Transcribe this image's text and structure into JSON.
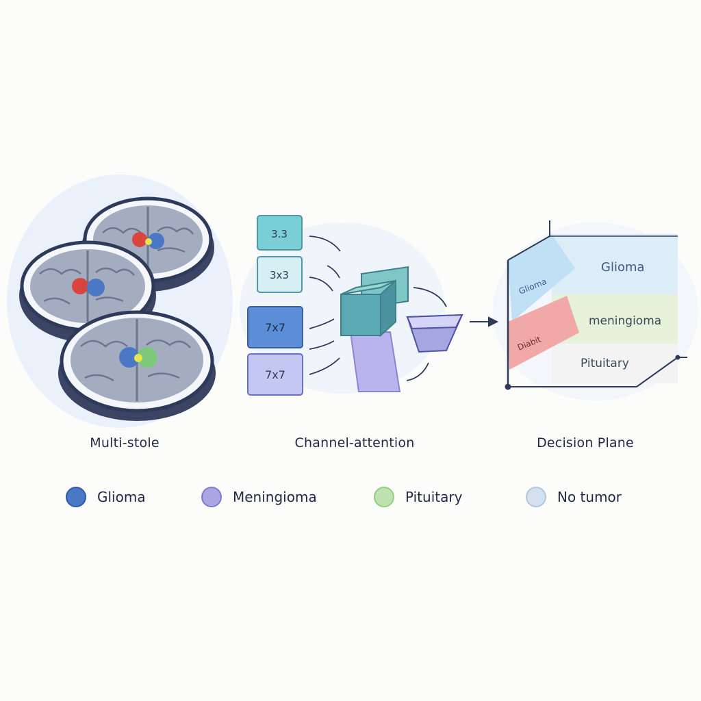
{
  "stages": {
    "left_label": "Multi-stole",
    "middle_label": "Channel-attention",
    "right_label": "Decision Plane"
  },
  "kernels": {
    "k1": "3.3",
    "k2": "3x3",
    "k3": "7x7",
    "k4": "7x7"
  },
  "decision_plane": {
    "glioma_label": "Glioma",
    "meningioma_label": "meningioma",
    "pituitary_label": "Pituitary",
    "glioma_side_text": "Glioma",
    "pituitary_side_text": "Diabit"
  },
  "legend": [
    {
      "label": "Glioma",
      "color": "#4a78c4",
      "border": "#2f5aa6"
    },
    {
      "label": "Meningioma",
      "color": "#a9a6e4",
      "border": "#7f7bc9"
    },
    {
      "label": "Pituitary",
      "color": "#bfe3b0",
      "border": "#8fcf7d"
    },
    {
      "label": "No tumor",
      "color": "#d5e0ee",
      "border": "#b4c5dc"
    }
  ],
  "colors": {
    "outline": "#2e3a5a",
    "brain": "#9aa3b5",
    "teal": "#6fc5cc",
    "blue": "#5b8ed6",
    "lavender": "#b3b7ee",
    "glioma_band": "#cfe7f8",
    "meningioma_band": "#e5f1d6",
    "pituitary_band": "#f1a7a6"
  }
}
